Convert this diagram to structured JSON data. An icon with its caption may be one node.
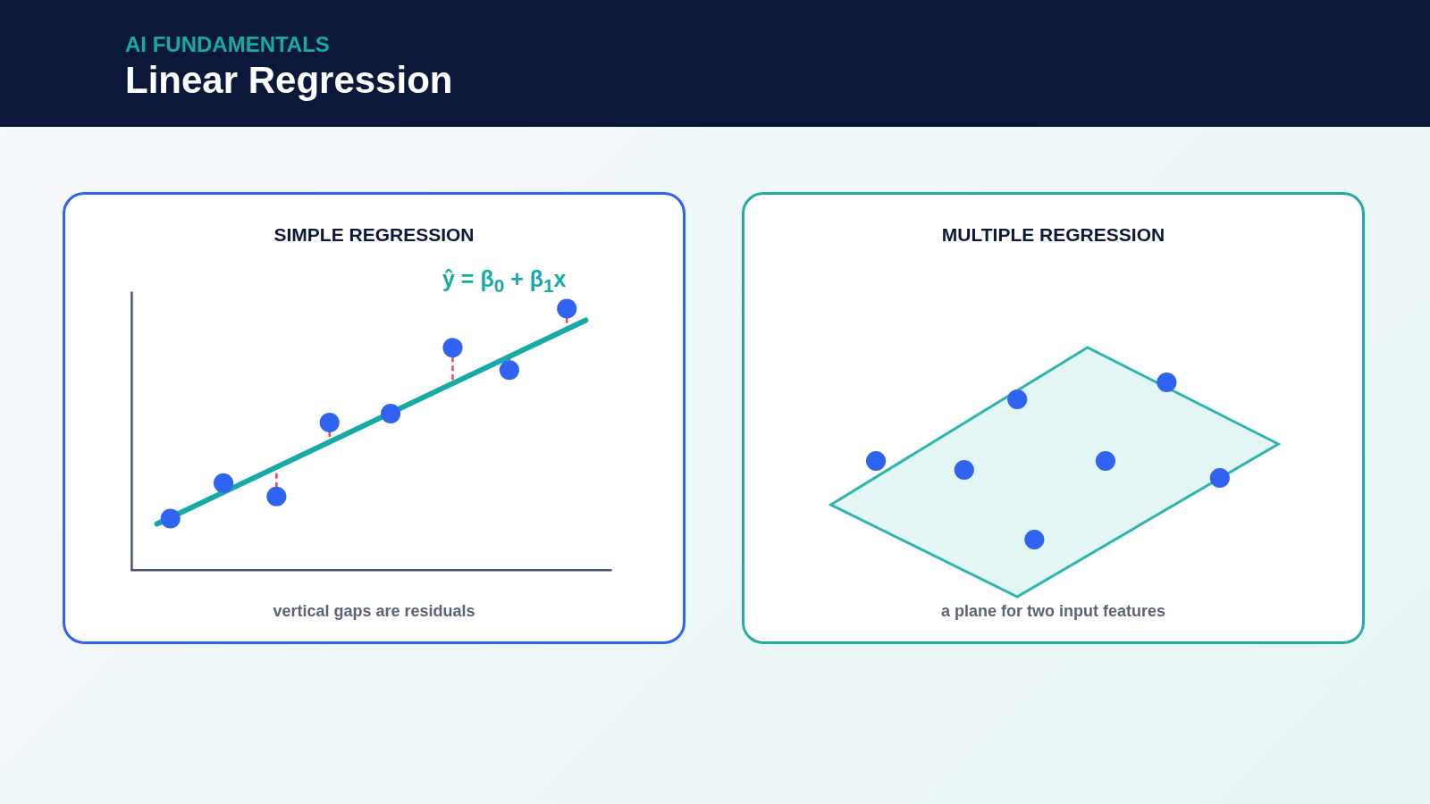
{
  "diagram": {
    "title": "Linear Regression",
    "nodes": [
      {
        "text": [
          "SIMPLE REGRESSION",
          "vertical gaps are residuals"
        ]
      },
      {
        "text": [
          "MULTIPLE REGRESSION",
          "a plane for two input features"
        ]
      }
    ],
    "edges": [],
    "labels": [
      "AI FUNDAMENTALS",
      "ŷ = β$_{0}$ + β$_{1}$x"
    ]
  }
}
